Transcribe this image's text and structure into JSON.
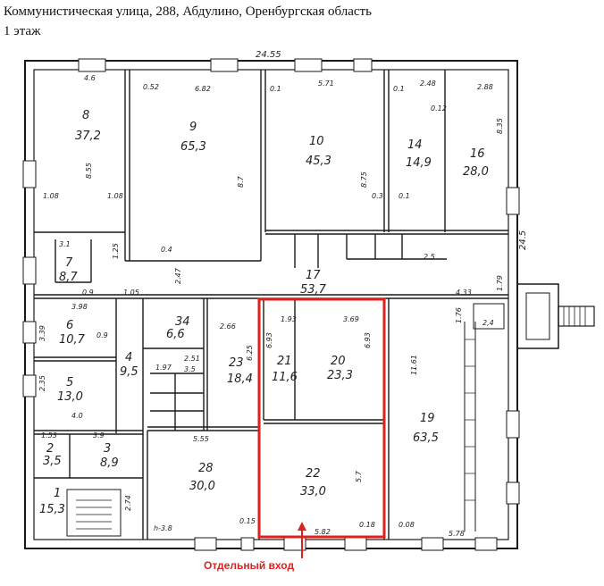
{
  "header": {
    "address": "Коммунистическая улица, 288, Абдулино, Оренбургская область",
    "floor": "1 этаж"
  },
  "plan": {
    "overall_width": "24.55",
    "overall_depth": "24.5",
    "rooms": [
      {
        "id": "room-8",
        "number": "8",
        "area": "37,2"
      },
      {
        "id": "room-9",
        "number": "9",
        "area": "65,3"
      },
      {
        "id": "room-10",
        "number": "10",
        "area": "45,3"
      },
      {
        "id": "room-14",
        "number": "14",
        "area": "14,9"
      },
      {
        "id": "room-16",
        "number": "16",
        "area": "28,0"
      },
      {
        "id": "room-7",
        "number": "7",
        "area": "8,7"
      },
      {
        "id": "room-17",
        "number": "17",
        "area": "53,7"
      },
      {
        "id": "room-6",
        "number": "6",
        "area": "10,7"
      },
      {
        "id": "room-5",
        "number": "5",
        "area": "13,0"
      },
      {
        "id": "room-4",
        "number": "4",
        "area": "9,5"
      },
      {
        "id": "room-3",
        "number": "3",
        "area": "8,9"
      },
      {
        "id": "room-2",
        "number": "2",
        "area": "3,5"
      },
      {
        "id": "room-1",
        "number": "1",
        "area": "15,3"
      },
      {
        "id": "room-34",
        "number": "34",
        "area": "6,6"
      },
      {
        "id": "room-23",
        "number": "23",
        "area": "18,4"
      },
      {
        "id": "room-21",
        "number": "21",
        "area": "11,6"
      },
      {
        "id": "room-20",
        "number": "20",
        "area": "23,3"
      },
      {
        "id": "room-19",
        "number": "19",
        "area": "63,5"
      },
      {
        "id": "room-22",
        "number": "22",
        "area": "33,0"
      },
      {
        "id": "room-28",
        "number": "28",
        "area": "30,0"
      },
      {
        "id": "room-18",
        "number": "",
        "area": "2,4"
      }
    ],
    "dimensions": [
      "4.6",
      "0.52",
      "6.82",
      "0.1",
      "5.71",
      "0.1",
      "2.48",
      "2.88",
      "8.55",
      "1.08",
      "1.08",
      "0.12",
      "8.35",
      "8.7",
      "8.75",
      "0.3",
      "0.1",
      "2.5",
      "3.1",
      "1.25",
      "0.4",
      "2.47",
      "0.9",
      "1.05",
      "4.33",
      "1.79",
      "3.98",
      "3.39",
      "2.35",
      "4.0",
      "1.93",
      "3.69",
      "6.93",
      "6.93",
      "11.61",
      "1.76",
      "5.55",
      "1.53",
      "3.9",
      "2.74",
      "h-3.8",
      "0.15",
      "5.82",
      "0.18",
      "0.08",
      "5.78",
      "5.7",
      "2.66",
      "6.25",
      "2.51",
      "1.97",
      "3.5",
      "0.9"
    ]
  },
  "annotations": {
    "separate_entrance": "Отдельный вход"
  },
  "colors": {
    "line": "#1a1a1a",
    "highlight": "#e0201c"
  }
}
